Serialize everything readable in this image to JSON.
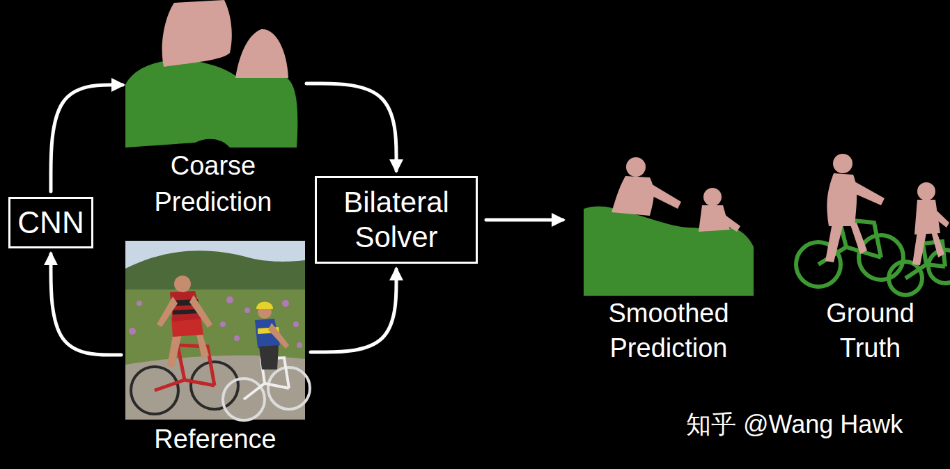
{
  "diagram": {
    "nodes": [
      {
        "text": [
          "Coarse Prediction"
        ]
      },
      {
        "text": [
          "CNN"
        ]
      },
      {
        "text": [
          "Bilateral Solver"
        ]
      },
      {
        "text": [
          "Reference"
        ]
      },
      {
        "text": [
          "Smoothed Prediction"
        ]
      },
      {
        "text": [
          "Ground Truth"
        ]
      }
    ],
    "edges": [
      {
        "from": 3,
        "to": 1,
        "arrow": "to"
      },
      {
        "from": 1,
        "to": 0,
        "arrow": "to"
      },
      {
        "from": 0,
        "to": 2,
        "arrow": "to"
      },
      {
        "from": 3,
        "to": 2,
        "arrow": "to"
      },
      {
        "from": 2,
        "to": 4,
        "arrow": "to"
      }
    ],
    "labels": [
      "知乎 @Wang Hawk"
    ]
  }
}
